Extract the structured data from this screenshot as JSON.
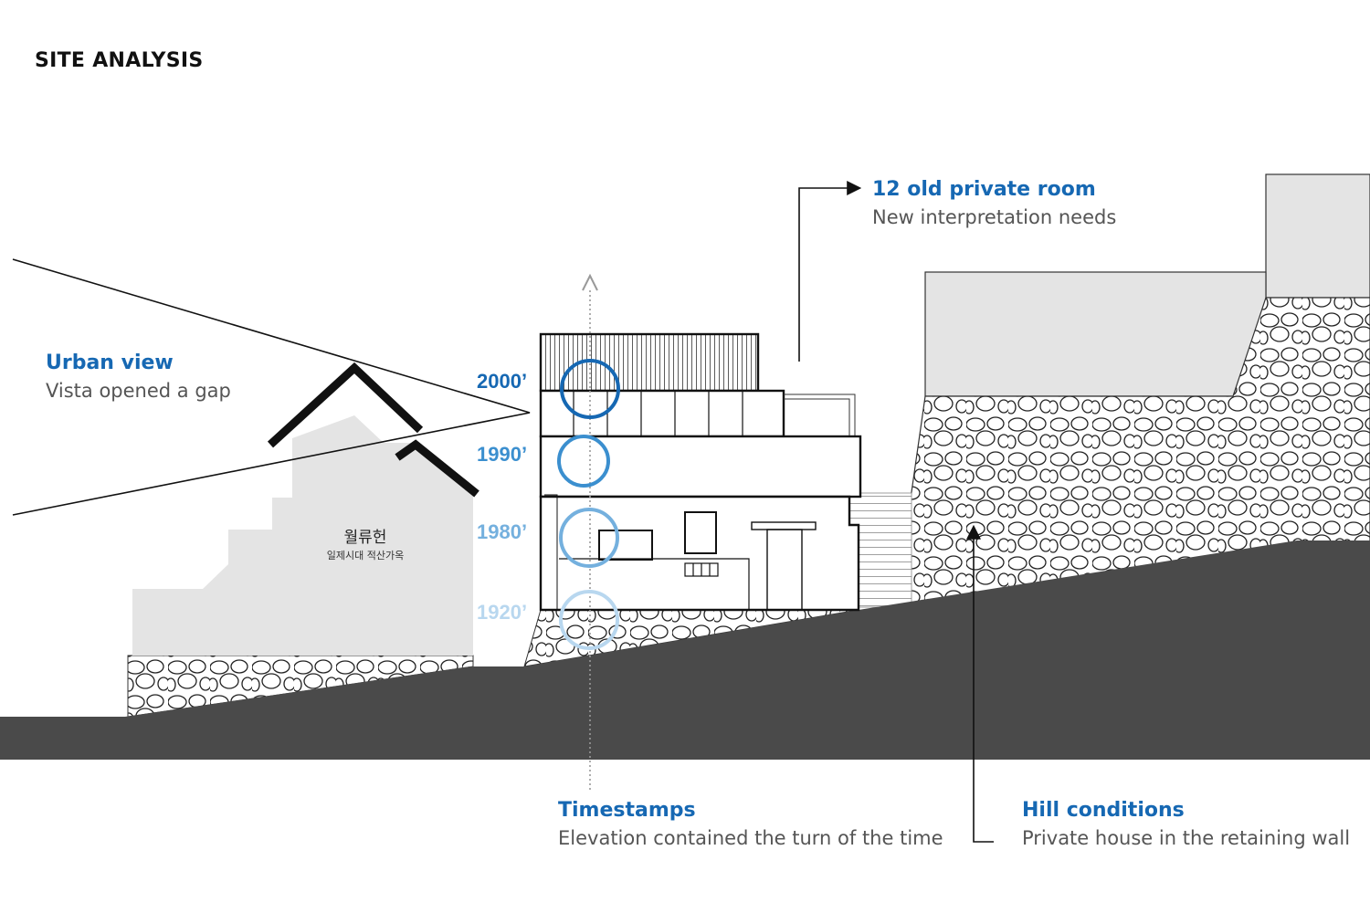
{
  "title": "SITE ANALYSIS",
  "annotations": {
    "urban": {
      "heading": "Urban view",
      "sub": "Vista opened a gap"
    },
    "room": {
      "heading": "12 old private room",
      "sub": "New interpretation needs"
    },
    "time": {
      "heading": "Timestamps",
      "sub": "Elevation contained the turn of the time"
    },
    "hill": {
      "heading": "Hill conditions",
      "sub": "Private house in the retaining wall"
    }
  },
  "timestamps": [
    {
      "label": "2000’",
      "color": "#1668b3"
    },
    {
      "label": "1990’",
      "color": "#3b8fcf"
    },
    {
      "label": "1980’",
      "color": "#74b0de"
    },
    {
      "label": "1920’",
      "color": "#b8d7ef"
    }
  ],
  "house": {
    "name": "월류헌",
    "desc": "일제시대 적산가옥"
  },
  "colors": {
    "accent": "#1668b3",
    "ground": "#4a4a4a",
    "building": "#e4e4e4",
    "stone": "#ffffff"
  }
}
